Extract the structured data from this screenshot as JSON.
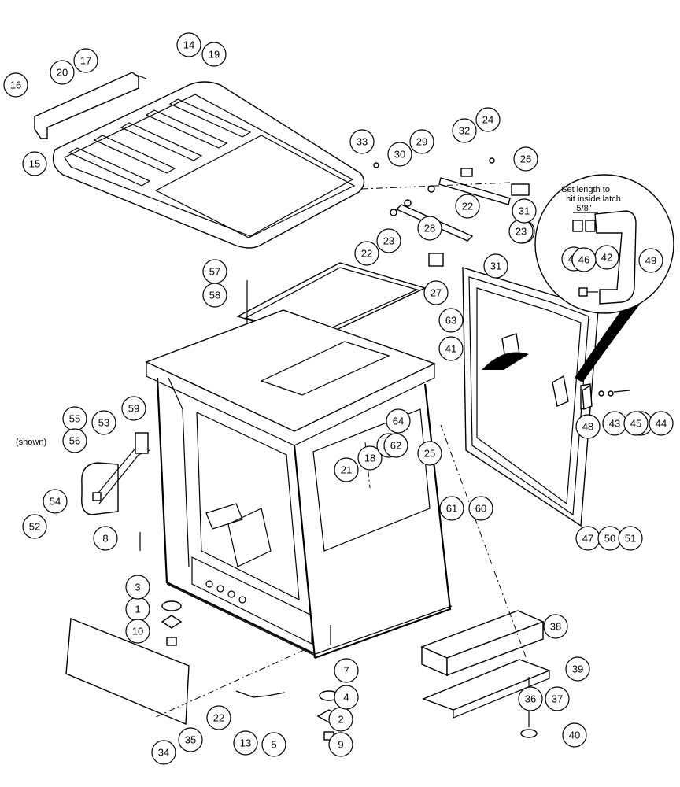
{
  "diagram": {
    "note_lines": [
      "Set length to",
      "hit inside latch",
      "5/8\""
    ],
    "shown_label": "(shown)",
    "callouts": [
      "1",
      "2",
      "3",
      "4",
      "5",
      "7",
      "8",
      "9",
      "10",
      "13",
      "14",
      "15",
      "16",
      "17",
      "18",
      "19",
      "20",
      "21",
      "22",
      "22",
      "22",
      "23",
      "23",
      "23",
      "23",
      "24",
      "25",
      "26",
      "27",
      "28",
      "29",
      "30",
      "31",
      "31",
      "32",
      "33",
      "34",
      "35",
      "36",
      "37",
      "38",
      "39",
      "40",
      "41",
      "42",
      "43",
      "43",
      "44",
      "45",
      "45",
      "46",
      "47",
      "48",
      "49",
      "50",
      "51",
      "52",
      "53",
      "54",
      "55",
      "56",
      "57",
      "58",
      "59",
      "60",
      "61",
      "62",
      "63",
      "64"
    ]
  }
}
